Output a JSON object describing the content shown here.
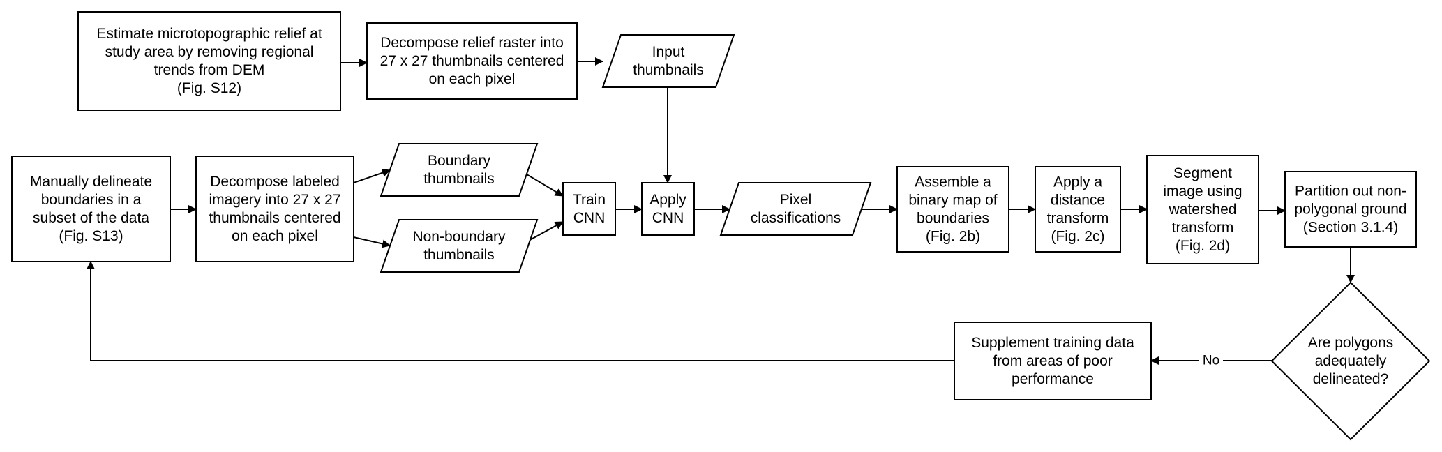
{
  "nodes": [
    {
      "id": "estimate",
      "shape": "process",
      "lines": [
        "Estimate microtopographic relief at",
        "study area by removing regional",
        "trends from DEM",
        "(Fig. S12)"
      ]
    },
    {
      "id": "decompose-relief",
      "shape": "process",
      "lines": [
        "Decompose relief raster into",
        "27 x 27 thumbnails centered",
        "on each pixel"
      ]
    },
    {
      "id": "input-thumbnails",
      "shape": "data",
      "lines": [
        "Input",
        "thumbnails"
      ]
    },
    {
      "id": "manually-delineate",
      "shape": "process",
      "lines": [
        "Manually delineate",
        "boundaries in a",
        "subset of the data",
        "(Fig. S13)"
      ]
    },
    {
      "id": "decompose-labeled",
      "shape": "process",
      "lines": [
        "Decompose labeled",
        "imagery into 27 x 27",
        "thumbnails centered",
        "on each pixel"
      ]
    },
    {
      "id": "boundary-thumbnails",
      "shape": "data",
      "lines": [
        "Boundary",
        "thumbnails"
      ]
    },
    {
      "id": "non-boundary-thumbnails",
      "shape": "data",
      "lines": [
        "Non-boundary",
        "thumbnails"
      ]
    },
    {
      "id": "train-cnn",
      "shape": "process",
      "lines": [
        "Train",
        "CNN"
      ]
    },
    {
      "id": "apply-cnn",
      "shape": "process",
      "lines": [
        "Apply",
        "CNN"
      ]
    },
    {
      "id": "pixel-classifications",
      "shape": "data",
      "lines": [
        "Pixel",
        "classifications"
      ]
    },
    {
      "id": "assemble-map",
      "shape": "process",
      "lines": [
        "Assemble a",
        "binary map of",
        "boundaries",
        "(Fig. 2b)"
      ]
    },
    {
      "id": "distance-transform",
      "shape": "process",
      "lines": [
        "Apply a",
        "distance",
        "transform",
        "(Fig. 2c)"
      ]
    },
    {
      "id": "segment-image",
      "shape": "process",
      "lines": [
        "Segment",
        "image using",
        "watershed",
        "transform",
        "(Fig. 2d)"
      ]
    },
    {
      "id": "partition",
      "shape": "process",
      "lines": [
        "Partition out non-",
        "polygonal ground",
        "(Section 3.1.4)"
      ]
    },
    {
      "id": "decision",
      "shape": "decision",
      "lines": [
        "Are polygons",
        "adequately",
        "delineated?"
      ]
    },
    {
      "id": "supplement",
      "shape": "process",
      "lines": [
        "Supplement training data",
        "from areas of poor",
        "performance"
      ]
    }
  ],
  "edges": [
    {
      "from": "estimate",
      "to": "decompose-relief"
    },
    {
      "from": "decompose-relief",
      "to": "input-thumbnails"
    },
    {
      "from": "input-thumbnails",
      "to": "apply-cnn"
    },
    {
      "from": "manually-delineate",
      "to": "decompose-labeled"
    },
    {
      "from": "decompose-labeled",
      "to": "boundary-thumbnails"
    },
    {
      "from": "decompose-labeled",
      "to": "non-boundary-thumbnails"
    },
    {
      "from": "boundary-thumbnails",
      "to": "train-cnn"
    },
    {
      "from": "non-boundary-thumbnails",
      "to": "train-cnn"
    },
    {
      "from": "train-cnn",
      "to": "apply-cnn"
    },
    {
      "from": "apply-cnn",
      "to": "pixel-classifications"
    },
    {
      "from": "pixel-classifications",
      "to": "assemble-map"
    },
    {
      "from": "assemble-map",
      "to": "distance-transform"
    },
    {
      "from": "distance-transform",
      "to": "segment-image"
    },
    {
      "from": "segment-image",
      "to": "partition"
    },
    {
      "from": "partition",
      "to": "decision"
    },
    {
      "from": "decision",
      "to": "supplement",
      "label": "No"
    },
    {
      "from": "supplement",
      "to": "manually-delineate"
    }
  ]
}
